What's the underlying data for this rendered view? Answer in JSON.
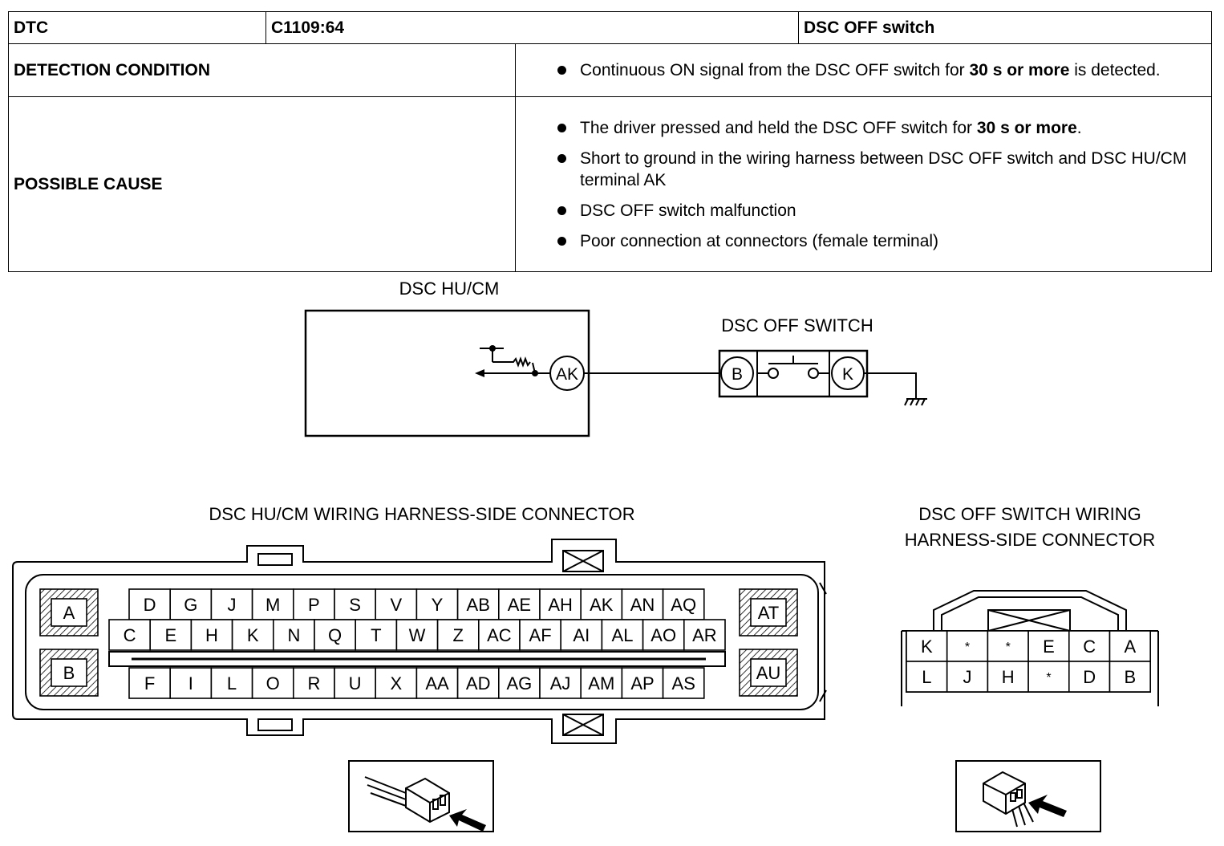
{
  "header": {
    "dtc_label": "DTC",
    "dtc_code": "C1109:64",
    "dtc_name": "DSC OFF switch"
  },
  "detection": {
    "label": "DETECTION CONDITION",
    "items": [
      {
        "pre": "Continuous ON signal from the DSC OFF switch for ",
        "bold": "30 s or more",
        "post": " is detected."
      }
    ]
  },
  "causes": {
    "label": "POSSIBLE CAUSE",
    "items": [
      {
        "pre": "The driver pressed and held the DSC OFF switch for ",
        "bold": "30 s or more",
        "post": "."
      },
      {
        "pre": "Short to ground in the wiring harness between DSC OFF switch and DSC HU/CM terminal AK",
        "bold": "",
        "post": ""
      },
      {
        "pre": "DSC OFF switch malfunction",
        "bold": "",
        "post": ""
      },
      {
        "pre": "Poor connection at connectors (female terminal)",
        "bold": "",
        "post": ""
      }
    ]
  },
  "schematic": {
    "hucm_label": "DSC HU/CM",
    "hucm_terminal": "AK",
    "switch_label": "DSC OFF SWITCH",
    "switch_terminals": [
      "B",
      "K"
    ]
  },
  "hucm_connector": {
    "title": "DSC HU/CM WIRING HARNESS-SIDE CONNECTOR",
    "side_left": [
      "A",
      "B"
    ],
    "side_right": [
      "AT",
      "AU"
    ],
    "row1": [
      "D",
      "G",
      "J",
      "M",
      "P",
      "S",
      "V",
      "Y",
      "AB",
      "AE",
      "AH",
      "AK",
      "AN",
      "AQ"
    ],
    "row2": [
      "C",
      "E",
      "H",
      "K",
      "N",
      "Q",
      "T",
      "W",
      "Z",
      "AC",
      "AF",
      "AI",
      "AL",
      "AO",
      "AR"
    ],
    "row3": [
      "F",
      "I",
      "L",
      "O",
      "R",
      "U",
      "X",
      "AA",
      "AD",
      "AG",
      "AJ",
      "AM",
      "AP",
      "AS"
    ]
  },
  "switch_connector": {
    "title_lines": [
      "DSC OFF SWITCH WIRING",
      "HARNESS-SIDE CONNECTOR"
    ],
    "row1": [
      "K",
      "*",
      "*",
      "E",
      "C",
      "A"
    ],
    "row2": [
      "L",
      "J",
      "H",
      "*",
      "D",
      "B"
    ]
  }
}
